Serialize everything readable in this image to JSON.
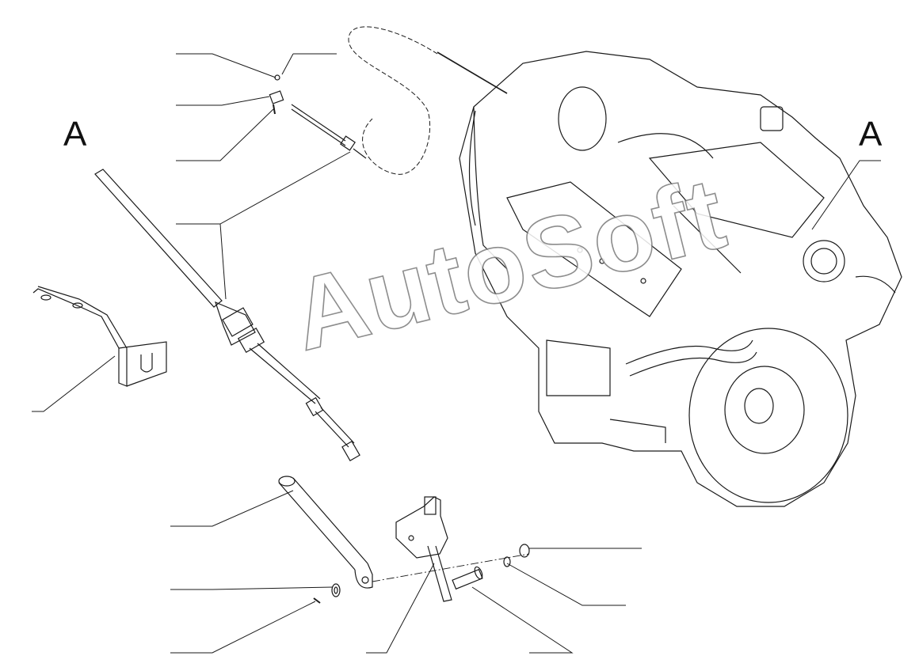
{
  "view_labels": {
    "left": "A",
    "right": "A"
  },
  "watermark": "AutoSoft",
  "colors": {
    "line": "#1a1a1a",
    "watermark_outline": "#7a7a7a",
    "background": "#ffffff"
  }
}
